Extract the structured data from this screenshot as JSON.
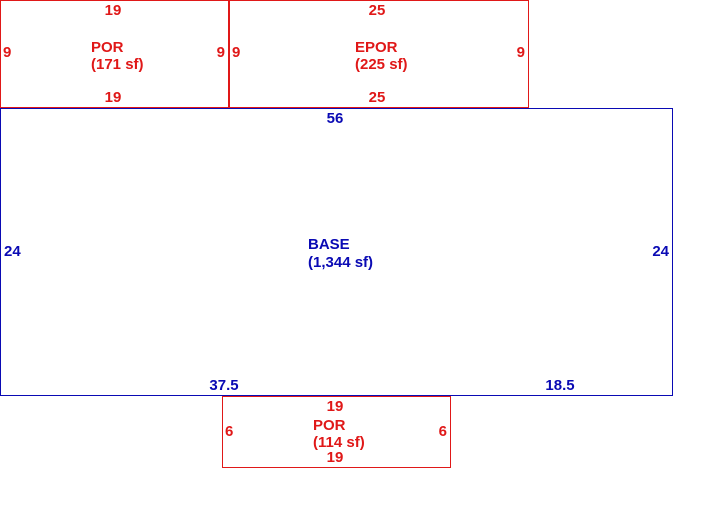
{
  "colors": {
    "red": "#e01818",
    "blue": "#0a0ab4"
  },
  "areas": [
    {
      "id": "por-top",
      "code": "POR",
      "area": "(171 sf)",
      "color": "red",
      "dims": {
        "top": "19",
        "bottom": "19",
        "left": "9",
        "right": "9"
      }
    },
    {
      "id": "epor",
      "code": "EPOR",
      "area": "(225 sf)",
      "color": "red",
      "dims": {
        "top": "25",
        "bottom": "25",
        "left": "9",
        "right": "9"
      }
    },
    {
      "id": "base",
      "code": "BASE",
      "area": "(1,344 sf)",
      "color": "blue",
      "dims": {
        "top": "56",
        "left": "24",
        "right": "24",
        "bottom_left": "37.5",
        "bottom_right": "18.5"
      }
    },
    {
      "id": "por-bottom",
      "code": "POR",
      "area": "(114 sf)",
      "color": "red",
      "dims": {
        "top": "19",
        "bottom": "19",
        "left": "6",
        "right": "6"
      }
    }
  ]
}
